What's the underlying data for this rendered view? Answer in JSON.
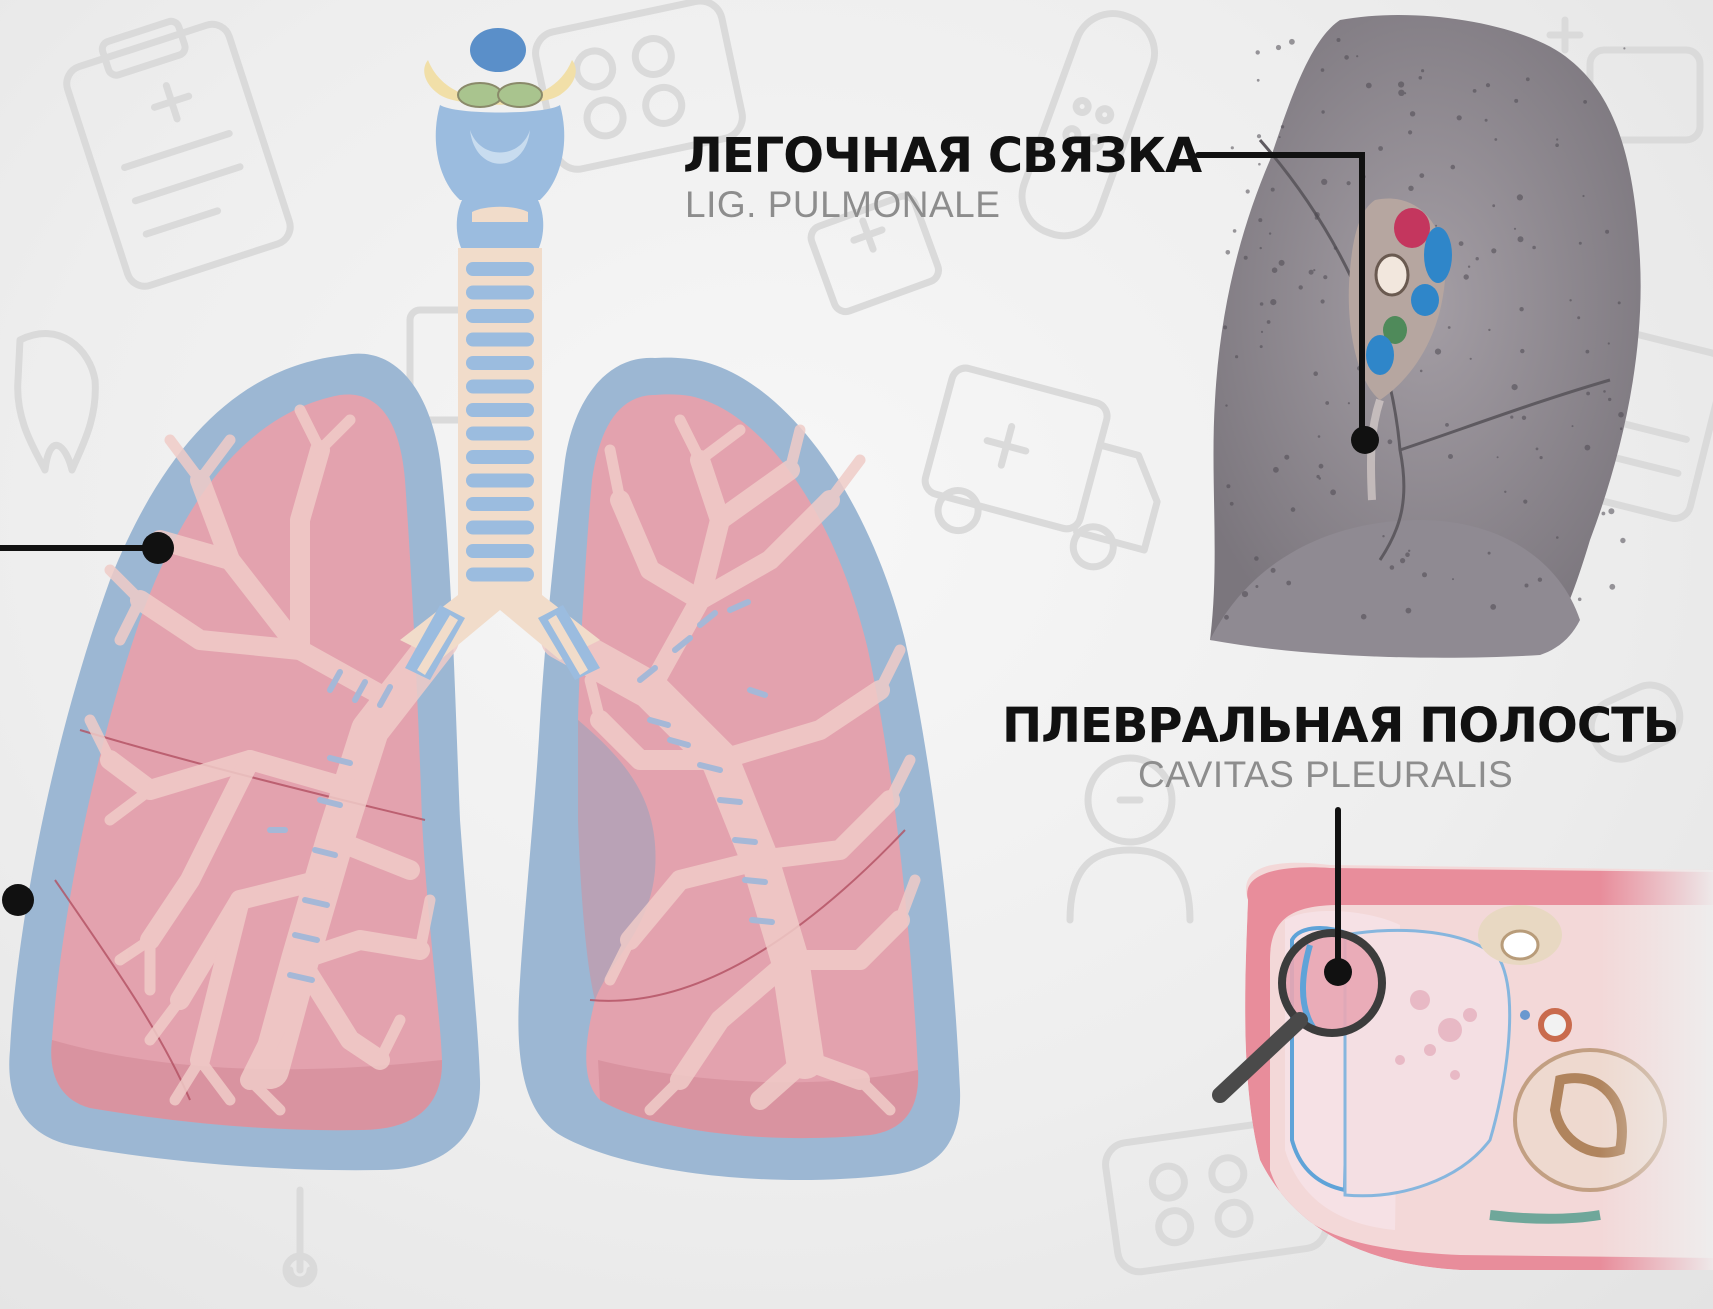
{
  "labels": {
    "pulmonary_ligament": {
      "title": "ЛЕГОЧНАЯ СВЯЗКА",
      "latin": "LIG. PULMONALE"
    },
    "pleural_cavity": {
      "title": "ПЛЕВРАЛЬНАЯ ПОЛОСТЬ",
      "latin": "CAVITAS PLEURALIS"
    }
  },
  "colors": {
    "pleura": "#9cb7d3",
    "lung": "#e3a2ae",
    "bronchi": "#f0ccc8",
    "cartilage": "#f1dcca",
    "airway_blue": "#9bbcdf",
    "leader_line": "#111111",
    "real_lung": "#8d8790"
  },
  "icons": [
    "clipboard-icon",
    "pill-pack-icon",
    "bandage-icon",
    "tooth-icon",
    "ambulance-icon",
    "doctor-icon",
    "cross-icon"
  ]
}
